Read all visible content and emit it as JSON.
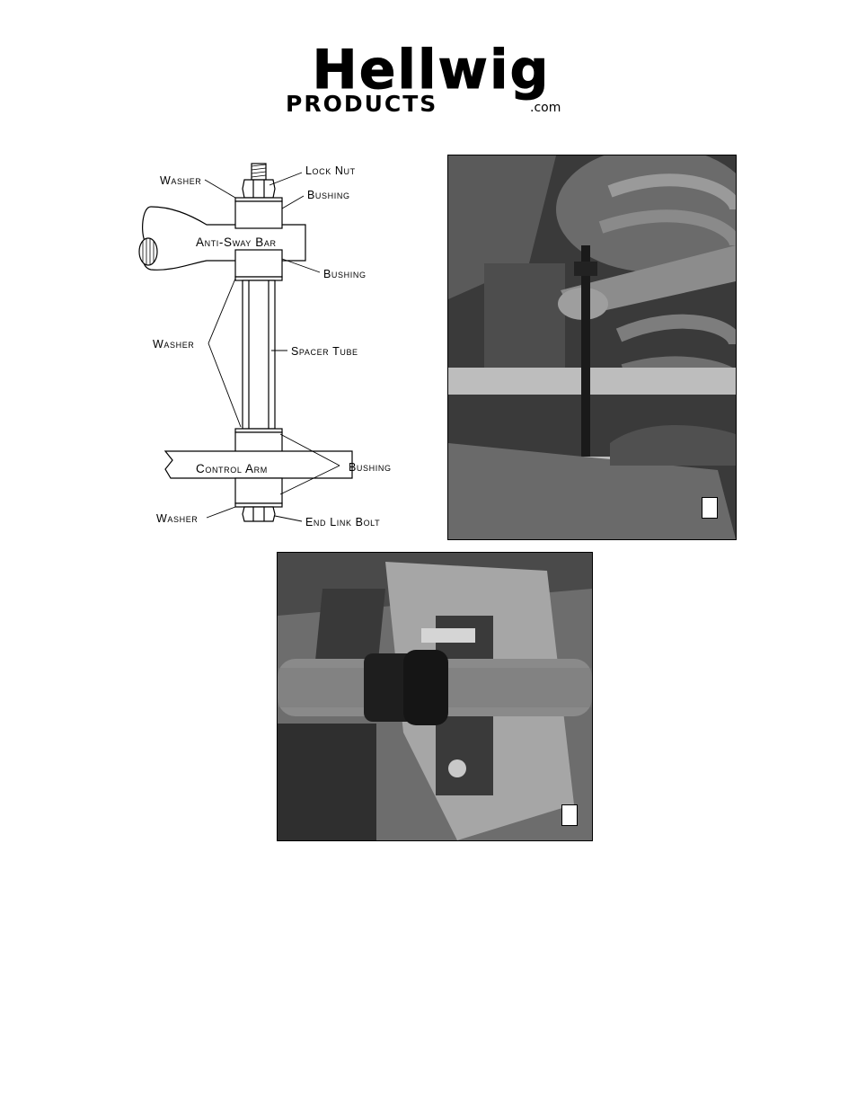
{
  "header": {
    "brand_main": "Hellwig",
    "brand_sub": "PRODUCTS",
    "brand_suffix": ".com"
  },
  "diagram": {
    "labels": {
      "washer_top": "Washer",
      "lock_nut": "Lock Nut",
      "bushing_top": "Bushing",
      "anti_sway_bar": "Anti-Sway Bar",
      "bushing_mid": "Bushing",
      "washer_mid": "Washer",
      "spacer_tube": "Spacer Tube",
      "control_arm": "Control Arm",
      "bushing_low": "Bushing",
      "washer_bottom": "Washer",
      "end_link_bolt": "End Link Bolt"
    }
  },
  "photos": [
    {
      "name": "end-link-photo"
    },
    {
      "name": "sway-bar-bushing-photo"
    }
  ]
}
